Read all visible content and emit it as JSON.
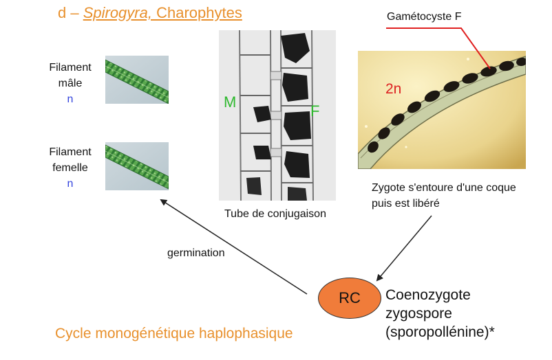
{
  "title": {
    "prefix": "d – ",
    "genus": "Spirogyra,",
    "group": " Charophytes"
  },
  "filament_male": {
    "line1": "Filament",
    "line2": "mâle",
    "ploidy": "n"
  },
  "filament_female": {
    "line1": "Filament",
    "line2": "femelle",
    "ploidy": "n"
  },
  "conjugation": {
    "label_m": "M",
    "label_f": "F",
    "caption": "Tube de conjugaison"
  },
  "zygote_photo": {
    "gametocyst_label": "Gamétocyste F",
    "ploidy": "2n",
    "caption_line1": "Zygote s'entoure d'une coque",
    "caption_line2": "puis est libéré"
  },
  "germination": "germination",
  "rc": {
    "label": "RC",
    "line1": "Coenozygote",
    "line2": "zygospore",
    "line3": "(sporopollénine)*"
  },
  "cycle": "Cycle monogénétique haplophasique",
  "colors": {
    "title_orange": "#e8902c",
    "ploidy_blue": "#3344dd",
    "label_green": "#2eb82e",
    "label_red": "#dd2222",
    "rc_fill": "#f07c3a",
    "pointer_red": "#e02020"
  },
  "icons": [
    "filament-photo",
    "conjugation-micrograph",
    "zygote-micrograph",
    "arrow"
  ]
}
